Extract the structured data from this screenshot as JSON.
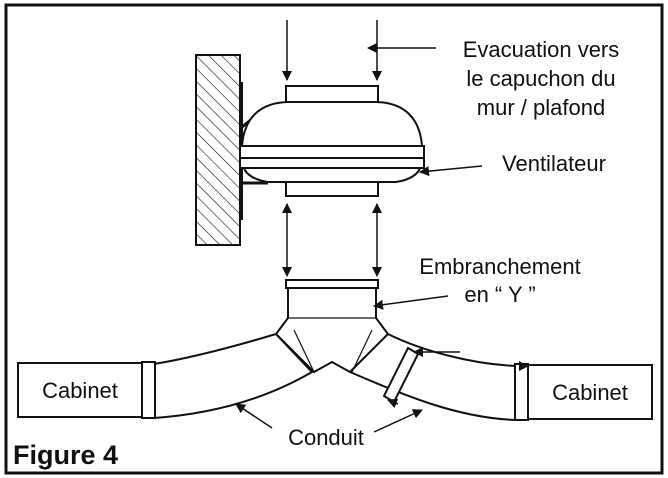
{
  "labels": {
    "exhaust_line1": "Evacuation vers",
    "exhaust_line2": "le capuchon du",
    "exhaust_line3": "mur / plafond",
    "fan": "Ventilateur",
    "wye_line1": "Embranchement",
    "wye_line2": "en “ Y ”",
    "cabinet_left": "Cabinet",
    "cabinet_right": "Cabinet",
    "duct": "Conduit",
    "figure": "Figure 4"
  },
  "colors": {
    "ink": "#111111",
    "background": "#ffffff"
  }
}
